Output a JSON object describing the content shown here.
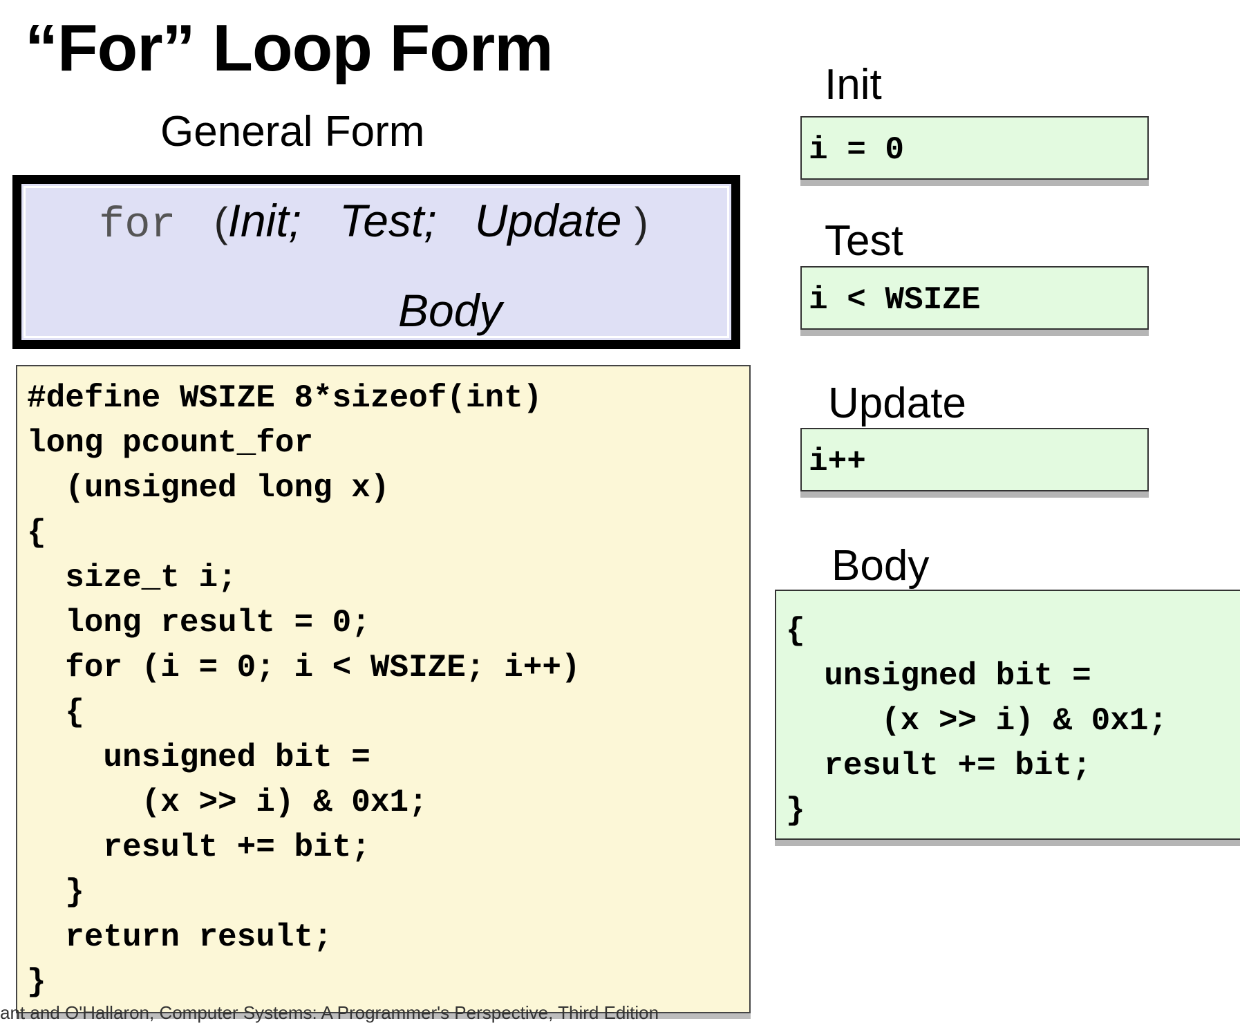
{
  "title": "“For” Loop Form",
  "general_form": {
    "label": "General Form",
    "keyword": "for",
    "open_paren": "(",
    "init": "Init;",
    "test": "Test;",
    "update": "Update",
    "close_paren": ")",
    "body": "Body"
  },
  "code_listing": "#define WSIZE 8*sizeof(int)\nlong pcount_for\n  (unsigned long x)\n{\n  size_t i;\n  long result = 0;\n  for (i = 0; i < WSIZE; i++)\n  {\n    unsigned bit =\n      (x >> i) & 0x1;\n    result += bit;\n  }\n  return result;\n}",
  "parts": {
    "init": {
      "label": "Init",
      "code": "i = 0"
    },
    "test": {
      "label": "Test",
      "code": "i < WSIZE"
    },
    "update": {
      "label": "Update",
      "code": "i++"
    },
    "body": {
      "label": "Body",
      "code": "{\n  unsigned bit =\n     (x >> i) & 0x1;\n  result += bit;\n}"
    }
  },
  "footer": "ant and O'Hallaron, Computer Systems: A Programmer's Perspective, Third Edition"
}
